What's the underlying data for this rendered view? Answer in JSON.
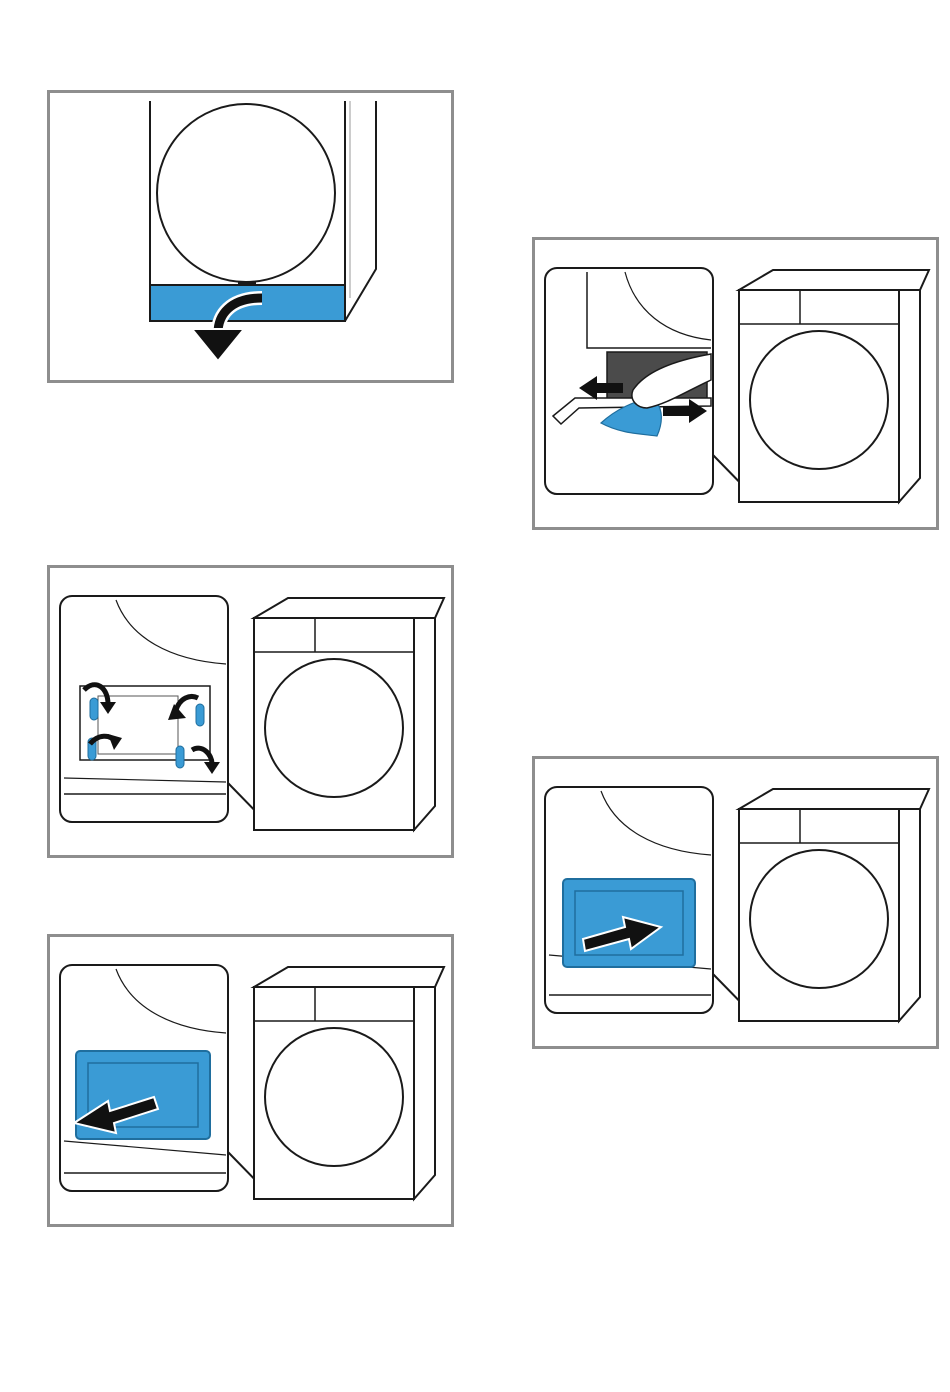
{
  "colors": {
    "accent_blue": "#3a9bd5",
    "accent_blue_dark": "#1f6e9e",
    "frame_gray": "#8e8e8e",
    "line": "#1a1a1a",
    "arrow": "#111111"
  },
  "figures": [
    {
      "id": "fig-1",
      "depicts": "dryer-front-with-blue-plinth-flap",
      "icons": [
        "curved-down-arrow-icon"
      ]
    },
    {
      "id": "fig-2",
      "depicts": "hand-removing-fluff-from-heat-exchanger-slot",
      "icons": [
        "push-arrow-icon",
        "pull-arrow-icon"
      ]
    },
    {
      "id": "fig-3",
      "depicts": "unlocking-four-heat-exchanger-levers",
      "icons": [
        "rotate-arrow-icon"
      ]
    },
    {
      "id": "fig-4",
      "depicts": "inserting-heat-exchanger",
      "icons": [
        "insert-arrow-icon"
      ]
    },
    {
      "id": "fig-5",
      "depicts": "pulling-out-heat-exchanger",
      "icons": [
        "pull-out-arrow-icon"
      ]
    }
  ]
}
